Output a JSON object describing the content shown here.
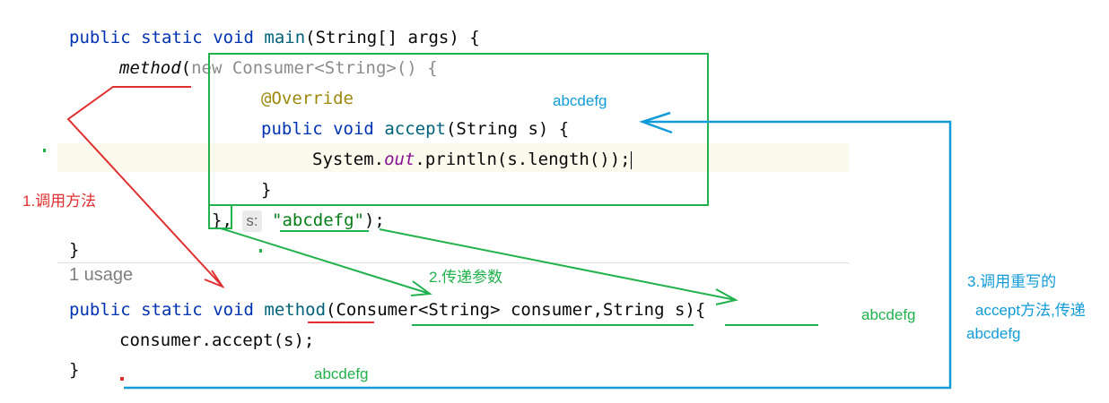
{
  "code": {
    "main_sig": {
      "public": "public",
      "static": "static",
      "void": "void",
      "name": "main",
      "params": "(String[] args) {"
    },
    "method_call": {
      "name": "method",
      "paren": "(",
      "rest": "new Consumer<String>() {"
    },
    "override": "@Override",
    "accept_sig": {
      "public": "public",
      "void": "void",
      "name": "accept",
      "params": "(String s) {"
    },
    "println": {
      "prefix": "System.",
      "field": "out",
      "suffix": ".println(s.length());"
    },
    "inner_close": "}",
    "call_close": {
      "brace": "},",
      "hint": "s:",
      "string": "\"abcdefg\"",
      "end": ");"
    },
    "main_close": "}",
    "usage": "1 usage",
    "method_sig": {
      "public": "public",
      "static": "static",
      "void": "void",
      "name": "method",
      "params": "(Consumer<String> consumer,String s){"
    },
    "method_body": "consumer.accept(s);",
    "method_close": "}"
  },
  "annotations": {
    "step1": "1.调用方法",
    "step2": "2.传递参数",
    "step3_line1": "3.调用重写的",
    "step3_line2": "accept方法,传递",
    "step3_line3": "abcdefg",
    "label_top": "abcdefg",
    "label_right": "abcdefg",
    "label_bottom": "abcdefg"
  },
  "colors": {
    "red": "#e02f2f",
    "green": "#21b14d",
    "blue": "#119bd8"
  }
}
